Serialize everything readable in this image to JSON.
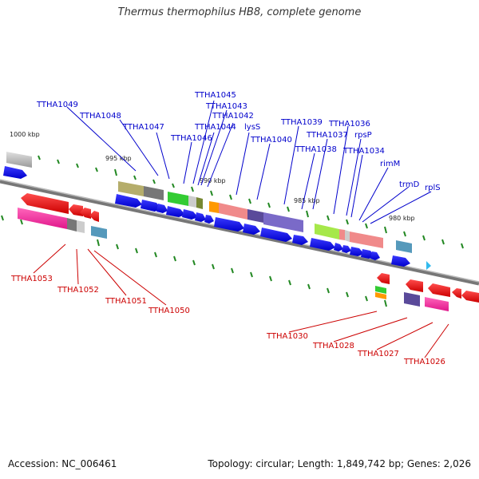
{
  "title": "Thermus thermophilus HB8, complete genome",
  "footer": {
    "accession": "Accession: NC_006461",
    "summary": "Topology: circular; Length: 1,849,742 bp; Genes: 2,026"
  },
  "scale_labels": [
    "1000 kbp",
    "995 kbp",
    "990 kbp",
    "985 kbp",
    "980 kbp"
  ],
  "top_labels": [
    "TTHA1049",
    "TTHA1048",
    "TTHA1047",
    "TTHA1045",
    "TTHA1043",
    "TTHA1042",
    "TTHA1044",
    "TTHA1046",
    "lysS",
    "TTHA1040",
    "TTHA1039",
    "TTHA1037",
    "TTHA1038",
    "TTHA1036",
    "rpsP",
    "TTHA1034",
    "rimM",
    "trmD",
    "rplS"
  ],
  "bottom_labels": [
    "TTHA1053",
    "TTHA1052",
    "TTHA1051",
    "TTHA1050",
    "TTHA1030",
    "TTHA1028",
    "TTHA1027",
    "TTHA1026"
  ],
  "colors": {
    "label_top": "#0000cc",
    "label_bottom": "#cc0000",
    "backbone": "#888888",
    "tick": "#228822"
  }
}
